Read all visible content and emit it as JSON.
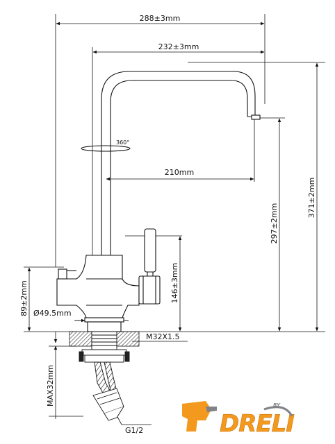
{
  "dimensions": {
    "total_width": "288±3mm",
    "spout_reach": "232±3mm",
    "rotation": "360°",
    "inner_reach": "210mm",
    "spout_height": "297±2mm",
    "total_height": "371±2mm",
    "handle_height": "146±3mm",
    "body_height": "89±2mm",
    "base_diameter": "Ø49.5mm",
    "thread": "M32X1.5",
    "max_counter": "MAX32mm",
    "hose_thread": "G1/2"
  },
  "brand": {
    "name": "DRELI",
    "by": "BY"
  },
  "colors": {
    "line": "#111111",
    "brand_orange": "#f39a1e",
    "brand_grey": "#808285"
  }
}
